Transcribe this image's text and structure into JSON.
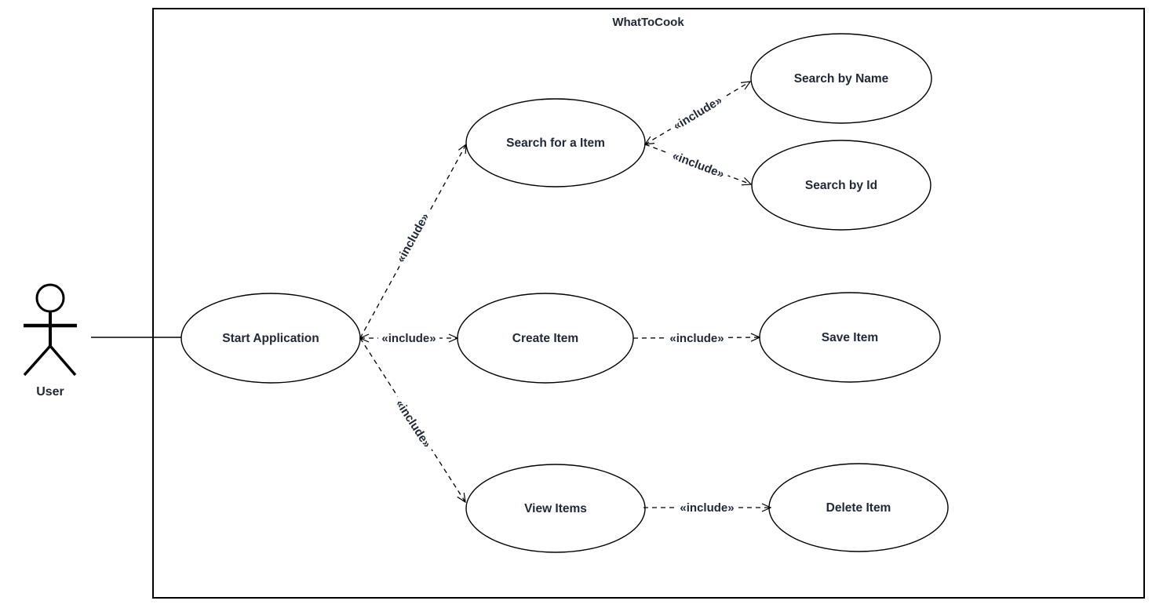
{
  "diagram": {
    "type": "uml-use-case-diagram",
    "title": "WhatToCook",
    "actor": {
      "label": "User"
    },
    "use_cases": [
      {
        "id": "start-application",
        "label": "Start Application"
      },
      {
        "id": "search-for-a-item",
        "label": "Search for a Item"
      },
      {
        "id": "search-by-name",
        "label": "Search by Name"
      },
      {
        "id": "search-by-id",
        "label": "Search by Id"
      },
      {
        "id": "create-item",
        "label": "Create Item"
      },
      {
        "id": "save-item",
        "label": "Save Item"
      },
      {
        "id": "view-items",
        "label": "View Items"
      },
      {
        "id": "delete-item",
        "label": "Delete Item"
      }
    ],
    "relationships": [
      {
        "from": "User",
        "to": "Start Application",
        "type": "association",
        "label": ""
      },
      {
        "from": "Start Application",
        "to": "Search for a Item",
        "type": "include",
        "label": "«include»"
      },
      {
        "from": "Start Application",
        "to": "Create Item",
        "type": "include",
        "label": "«include»"
      },
      {
        "from": "Start Application",
        "to": "View Items",
        "type": "include",
        "label": "«include»"
      },
      {
        "from": "Search for a Item",
        "to": "Search by Name",
        "type": "include",
        "label": "«include»"
      },
      {
        "from": "Search for a Item",
        "to": "Search by Id",
        "type": "include",
        "label": "«include»"
      },
      {
        "from": "Create Item",
        "to": "Save Item",
        "type": "include",
        "label": "«include»"
      },
      {
        "from": "View Items",
        "to": "Delete Item",
        "type": "include",
        "label": "«include»"
      }
    ],
    "colors": {
      "stroke": "#000000",
      "text": "#212936",
      "background": "#ffffff"
    }
  }
}
